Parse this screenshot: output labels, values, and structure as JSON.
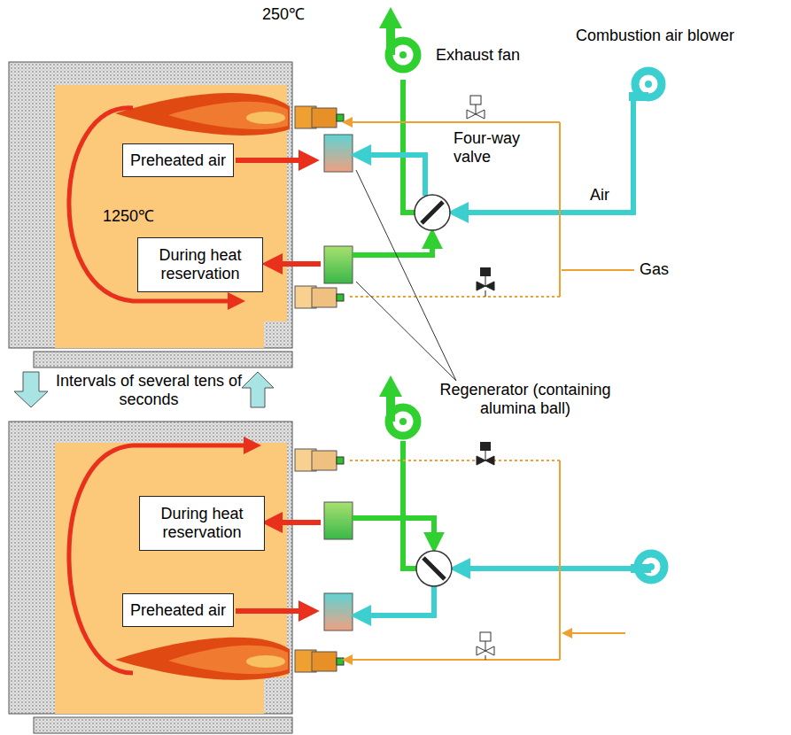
{
  "diagram": {
    "nodes": [
      {
        "text": [
          "Preheated air"
        ]
      },
      {
        "text": [
          "During heat reservation"
        ]
      },
      {
        "text": [
          "During heat reservation"
        ]
      },
      {
        "text": [
          "Preheated air"
        ]
      }
    ],
    "labels": [
      "250℃",
      "Exhaust fan",
      "Combustion air blower",
      "Four-way valve",
      "Air",
      "1250℃",
      "Gas",
      "Regenerator (containing alumina ball)",
      "Intervals of several tens of seconds"
    ]
  }
}
